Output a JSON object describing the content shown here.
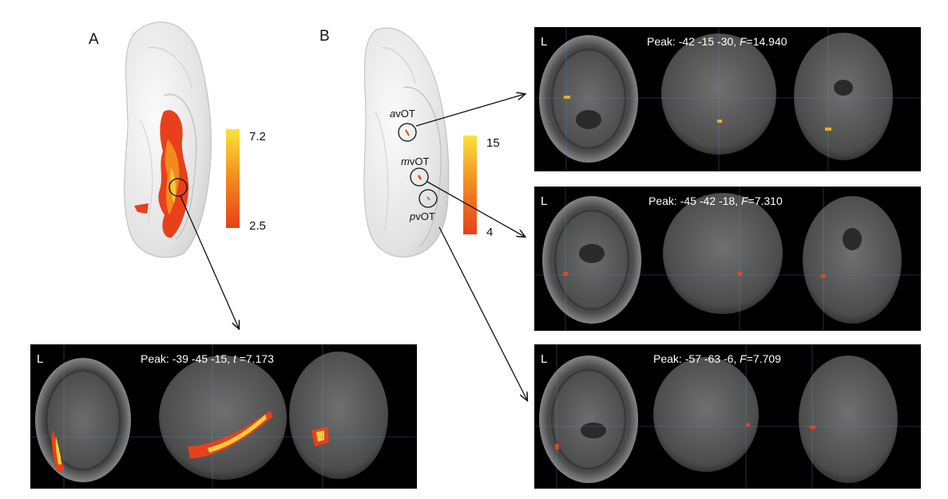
{
  "panels": {
    "a": {
      "letter": "A"
    },
    "b": {
      "letter": "B"
    }
  },
  "colorbars": {
    "a": {
      "max": "7.2",
      "min": "2.5"
    },
    "b": {
      "max": "15",
      "min": "4"
    }
  },
  "rois": {
    "avot": {
      "prefix": "a",
      "suffix": "vOT"
    },
    "mvot": {
      "prefix": "m",
      "suffix": "vOT"
    },
    "pvot": {
      "prefix": "p",
      "suffix": "vOT"
    }
  },
  "slice_panels": {
    "a_peak": {
      "side": "L",
      "prefix": "Peak: -39 -45 -15, ",
      "stat": "t",
      "value": " =7.173"
    },
    "avot": {
      "side": "L",
      "prefix": "Peak: -42 -15 -30, ",
      "stat": "F",
      "value": "=14.940"
    },
    "mvot": {
      "side": "L",
      "prefix": "Peak: -45 -42 -18, ",
      "stat": "F",
      "value": "=7.310"
    },
    "pvot": {
      "side": "L",
      "prefix": "Peak: -57 -63 -6, ",
      "stat": "F",
      "value": "=7.709"
    }
  },
  "colors": {
    "activation_low": "#e8401c",
    "activation_mid": "#f28a1e",
    "activation_high": "#f8e43a",
    "panel_background": "#000000",
    "crosshair": "#5b8fb8"
  }
}
